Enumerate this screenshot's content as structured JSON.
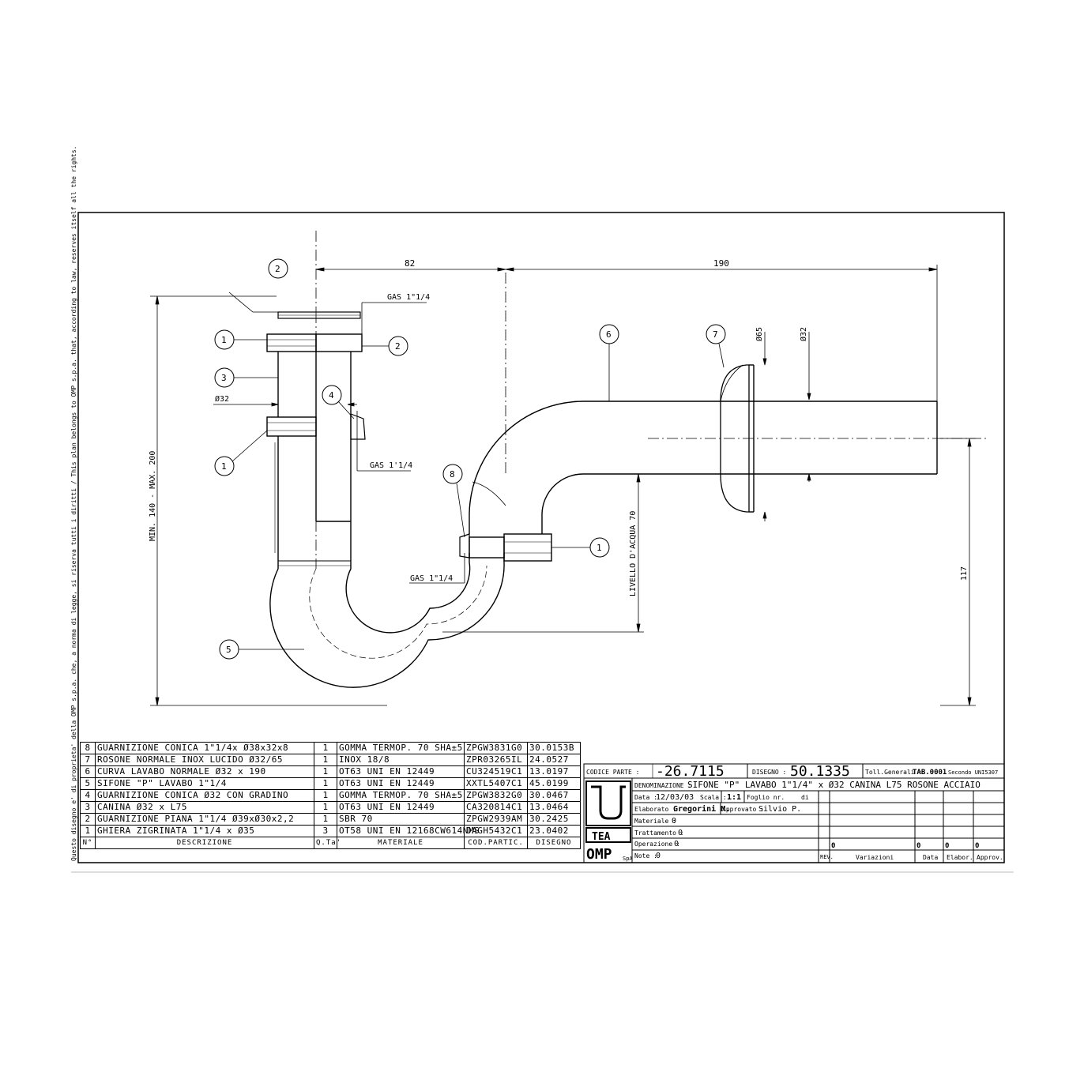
{
  "side_note": "Questo disegno e' di proprieta' della OMP s.p.a. che, a norma di legge, si riserva tutti i diritti / This plan belongs to OMP s.p.a. that, according to law, reserves itself all the rights.",
  "dimensions": {
    "d82": "82",
    "d190": "190",
    "gas_top": "GAS 1\"1/4",
    "gas_mid": "GAS 1'1/4",
    "gas_low": "GAS 1\"1/4",
    "phi32_left": "Ø32",
    "phi65": "Ø65",
    "phi32_right": "Ø32",
    "min_max": "MIN. 140 - MAX. 200",
    "livello": "LIVELLO D'ACQUA 70",
    "d117": "117"
  },
  "balloons": [
    "2",
    "1",
    "2",
    "3",
    "4",
    "1",
    "5",
    "6",
    "7",
    "8",
    "1"
  ],
  "bom": {
    "rows": [
      {
        "n": "8",
        "desc": "GUARNIZIONE CONICA 1\"1/4x Ø38x32x8",
        "qty": "1",
        "mat": "GOMMA TERMOP. 70 SHA±5",
        "cod": "ZPGW3831G0",
        "dis": "30.0153B"
      },
      {
        "n": "7",
        "desc": "ROSONE NORMALE INOX LUCIDO Ø32/65",
        "qty": "1",
        "mat": "INOX 18/8",
        "cod": "ZPR03265IL",
        "dis": "24.0527"
      },
      {
        "n": "6",
        "desc": "CURVA LAVABO NORMALE Ø32 x 190",
        "qty": "1",
        "mat": "OT63 UNI EN 12449",
        "cod": "CU324519C1",
        "dis": "13.0197"
      },
      {
        "n": "5",
        "desc": "SIFONE \"P\" LAVABO 1\"1/4",
        "qty": "1",
        "mat": "OT63 UNI EN 12449",
        "cod": "XXTL5407C1",
        "dis": "45.0199"
      },
      {
        "n": "4",
        "desc": "GUARNIZIONE CONICA Ø32 CON GRADINO",
        "qty": "1",
        "mat": "GOMMA TERMOP. 70 SHA±5",
        "cod": "ZPGW3832G0",
        "dis": "30.0467"
      },
      {
        "n": "3",
        "desc": "CANINA Ø32 x L75",
        "qty": "1",
        "mat": "OT63 UNI EN 12449",
        "cod": "CA320814C1",
        "dis": "13.0464"
      },
      {
        "n": "2",
        "desc": "GUARNIZIONE PIANA 1\"1/4 Ø39xØ30x2,2",
        "qty": "1",
        "mat": "SBR 70",
        "cod": "ZPGW2939AM",
        "dis": "30.2425"
      },
      {
        "n": "1",
        "desc": "GHIERA ZIGRINATA 1\"1/4 x Ø35",
        "qty": "3",
        "mat": "OT58 UNI EN 12168CW614NMS",
        "cod": "DAGH5432C1",
        "dis": "23.0402"
      }
    ],
    "headers": {
      "n": "N°",
      "desc": "DESCRIZIONE",
      "qty": "Q.Ta'",
      "mat": "MATERIALE",
      "cod": "COD.PARTIC.",
      "dis": "DISEGNO"
    }
  },
  "title_block": {
    "codice_label": "CODICE PARTE :",
    "codice_value": "-26.7115",
    "disegno_label": "DISEGNO :",
    "disegno_value": "50.1335",
    "toll_label": "Toll.Generali :",
    "toll_value": "TAB.0001",
    "secondo": "Secondo UNI5307",
    "denominazione_label": "DENOMINAZIONE :",
    "denominazione_value": "SIFONE \"P\" LAVABO 1\"1/4\" x Ø32 CANINA L75 ROSONE ACCIAIO",
    "data_label": "Data :",
    "data_value": "12/03/03",
    "scala_label": "Scala :",
    "scala_value": "1:1",
    "foglio_label": "Foglio nr.",
    "foglio_di": "di",
    "elaborato_label": "Elaborato :",
    "elaborato_value": "Gregorini M.",
    "approvato_label": "Approvato :",
    "approvato_value": "Silvio P.",
    "materiale_label": "Materiale :",
    "materiale_value": "0",
    "trattamento_label": "Trattamento :",
    "trattamento_value": "0",
    "operazione_label": "Operazione :",
    "operazione_value": "0",
    "note_label": "Note :",
    "note_value": "0",
    "rev_label": "REV.",
    "variazioni_label": "Variazioni",
    "data_col": "Data",
    "elabor_col": "Elabor.",
    "approv_col": "Approv.",
    "rev_values": [
      "0",
      "0",
      "0",
      "0"
    ],
    "logo_text_top": "TEA",
    "logo_text_bottom": "OMP",
    "logo_spa": "SpA"
  }
}
